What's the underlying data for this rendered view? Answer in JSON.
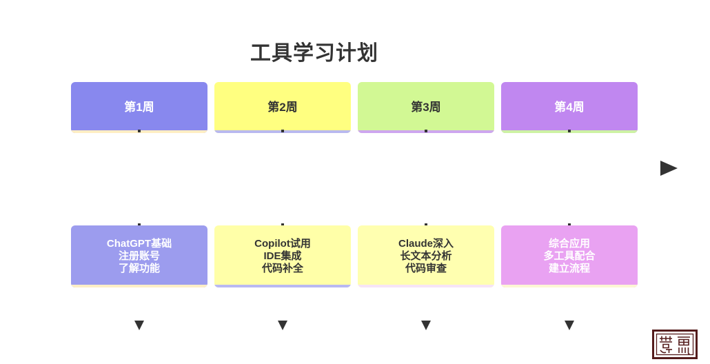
{
  "title": {
    "text": "工具学习计划",
    "color": "#333333"
  },
  "timeline": {
    "axis_arrow_icon": "right-triangle-arrow",
    "axis_arrow_color": "#333333",
    "weeks": [
      {
        "label": "第1周",
        "bg": "#8888ee",
        "text_color": "#ffffff",
        "strip": "#ffeec4",
        "detail": {
          "lines": [
            "ChatGPT基础",
            "注册账号",
            "了解功能"
          ],
          "bg": "#9c9cee",
          "text_color": "#ffffff",
          "strip": "#fdeec6"
        }
      },
      {
        "label": "第2周",
        "bg": "#ffff80",
        "text_color": "#333333",
        "strip": "#b9b9ef",
        "detail": {
          "lines": [
            "Copilot试用",
            "IDE集成",
            "代码补全"
          ],
          "bg": "#ffffa8",
          "text_color": "#333333",
          "strip": "#b9b9f2"
        }
      },
      {
        "label": "第3周",
        "bg": "#d2f894",
        "text_color": "#333333",
        "strip": "#cda6ef",
        "detail": {
          "lines": [
            "Claude深入",
            "长文本分析",
            "代码审查"
          ],
          "bg": "#ffffb0",
          "text_color": "#333333",
          "strip": "#f6e4f6"
        }
      },
      {
        "label": "第4周",
        "bg": "#c087f0",
        "text_color": "#ffffff",
        "strip": "#cdf2a4",
        "detail": {
          "lines": [
            "综合应用",
            "多工具配合",
            "建立流程"
          ],
          "bg": "#e9a2f2",
          "text_color": "#ffffff",
          "strip": "#fcf6d4"
        }
      }
    ],
    "connector_color": "#333333"
  },
  "seal": {
    "color": "#541c1c"
  }
}
